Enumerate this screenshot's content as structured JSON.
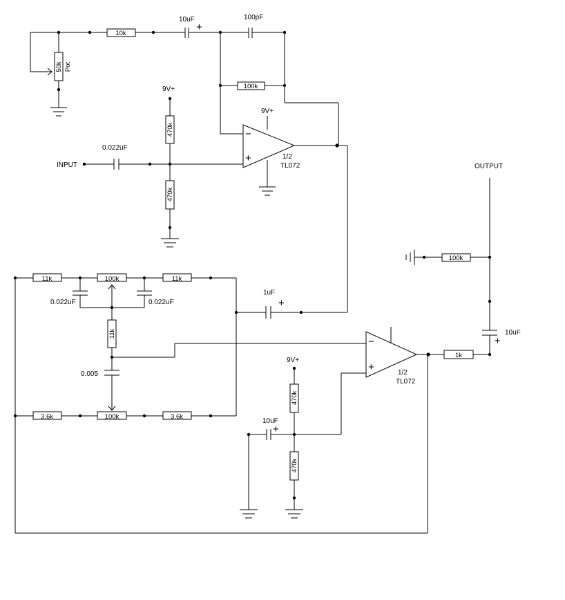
{
  "labels": {
    "input": "INPUT",
    "output": "OUTPUT",
    "supply": "9V+",
    "opamp_half": "1/2",
    "opamp_part": "TL072",
    "minus": "−",
    "plus": "+",
    "polarity": "+"
  },
  "components": {
    "r_fb_10k": "10k",
    "c_fb_10uf": "10uF",
    "c_fb_100pf": "100pF",
    "r_fb_100k": "100k",
    "pot_value": "50k",
    "pot_name": "Pot",
    "c_in": "0.022uF",
    "r_bias_top": "470k",
    "r_bias_bot": "470k",
    "r_t_11k_left": "11k",
    "r_t_100k_top": "100k",
    "r_t_11k_right": "11k",
    "c_t_left": "0.022uF",
    "c_t_right": "0.022uF",
    "r_t_11k_mid": "11k",
    "c_t_mid": "0.005",
    "r_t_36k_left": "3.6k",
    "r_t_100k_bot": "100k",
    "r_t_36k_right": "3.6k",
    "c_couple_1uf": "1uF",
    "r_bias2_top": "470k",
    "r_bias2_bot": "470k",
    "c_bias2": "10uF",
    "r_out_1k": "1k",
    "c_out_10uf": "10uF",
    "r_out_100k": "100k"
  }
}
